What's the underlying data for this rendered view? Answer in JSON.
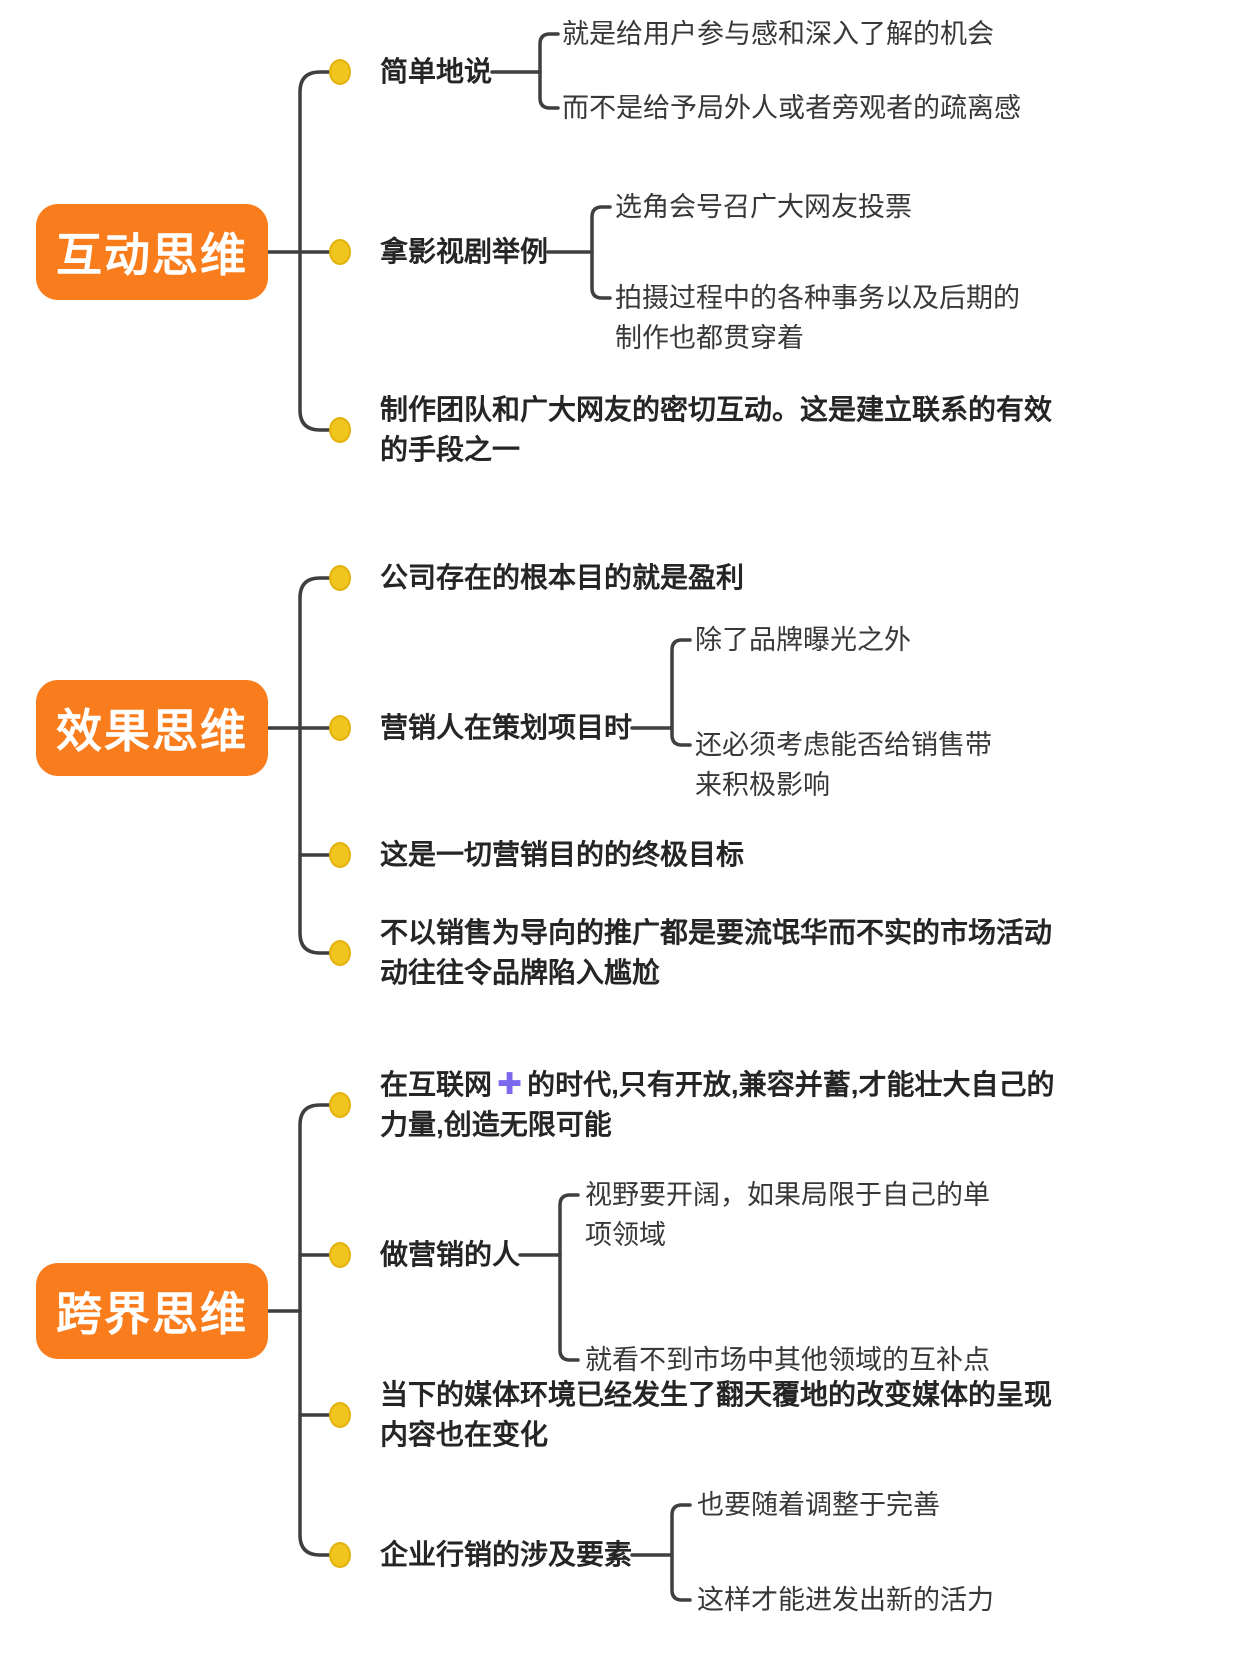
{
  "colors": {
    "node_bg": "#F97C1D",
    "node_text": "#FFFFFF",
    "dot": "#F0C61E",
    "line": "#3F3F3F",
    "plus": "#7B68EE"
  },
  "sections": [
    {
      "title": "互动思维",
      "branches": [
        {
          "label": "简单地说",
          "children": [
            "就是给用户参与感和深入了解的机会",
            "而不是给予局外人或者旁观者的疏离感"
          ]
        },
        {
          "label": "拿影视剧举例",
          "children": [
            "选角会号召广大网友投票",
            "拍摄过程中的各种事务以及后期的制作也都贯穿着"
          ]
        },
        {
          "label": "制作团队和广大网友的密切互动。这是建立联系的有效的手段之一",
          "children": []
        }
      ]
    },
    {
      "title": "效果思维",
      "branches": [
        {
          "label": "公司存在的根本目的就是盈利",
          "children": []
        },
        {
          "label": "营销人在策划项目时",
          "children": [
            "除了品牌曝光之外",
            "还必须考虑能否给销售带来积极影响"
          ]
        },
        {
          "label": "这是一切营销目的的终极目标",
          "children": []
        },
        {
          "label": "不以销售为导向的推广都是要流氓华而不实的市场活动动往往令品牌陷入尴尬",
          "children": []
        }
      ]
    },
    {
      "title": "跨界思维",
      "branches": [
        {
          "label_parts": {
            "pre": "在互联网",
            "icon": "✚",
            "post": "的时代,只有开放,兼容并蓄,才能壮大自己的力量,创造无限可能"
          },
          "children": []
        },
        {
          "label": "做营销的人",
          "children": [
            "视野要开阔，如果局限于自己的单项领域",
            "就看不到市场中其他领域的互补点"
          ]
        },
        {
          "label": "当下的媒体环境已经发生了翻天覆地的改变媒体的呈现内容也在变化",
          "children": []
        },
        {
          "label": "企业行销的涉及要素",
          "children": [
            "也要随着调整于完善",
            "这样才能进发出新的活力"
          ]
        }
      ]
    }
  ]
}
